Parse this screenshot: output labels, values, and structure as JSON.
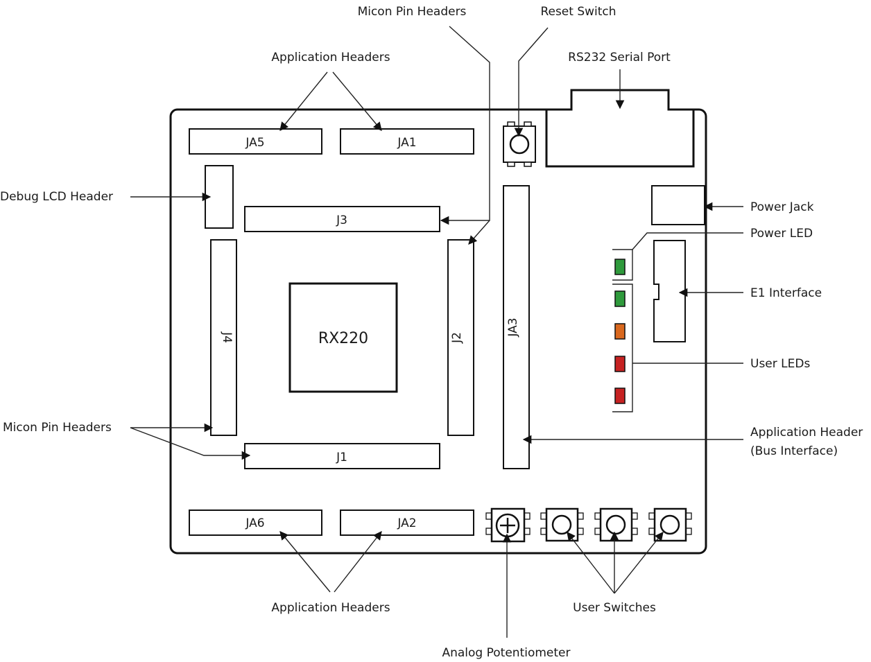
{
  "diagram": {
    "chip_label": "RX220",
    "headers": {
      "ja5": "JA5",
      "ja1": "JA1",
      "j3": "J3",
      "j4": "J4",
      "j2": "J2",
      "ja3": "JA3",
      "j1": "J1",
      "ja6": "JA6",
      "ja2": "JA2"
    },
    "callouts": {
      "micon_top": "Micon Pin Headers",
      "reset": "Reset Switch",
      "app_top": "Application Headers",
      "rs232": "RS232 Serial Port",
      "debug_lcd": "Debug LCD Header",
      "power_jack": "Power Jack",
      "power_led": "Power LED",
      "e1": "E1 Interface",
      "user_leds": "User LEDs",
      "micon_left": "Micon Pin Headers",
      "app_bus_1": "Application Header",
      "app_bus_2": "(Bus Interface)",
      "app_bottom": "Application Headers",
      "user_switches": "User Switches",
      "pot": "Analog Potentiometer"
    },
    "colors": {
      "led_green": "#2f9a3c",
      "led_orange": "#d9681e",
      "led_red": "#c62222",
      "outline": "#111111"
    }
  }
}
